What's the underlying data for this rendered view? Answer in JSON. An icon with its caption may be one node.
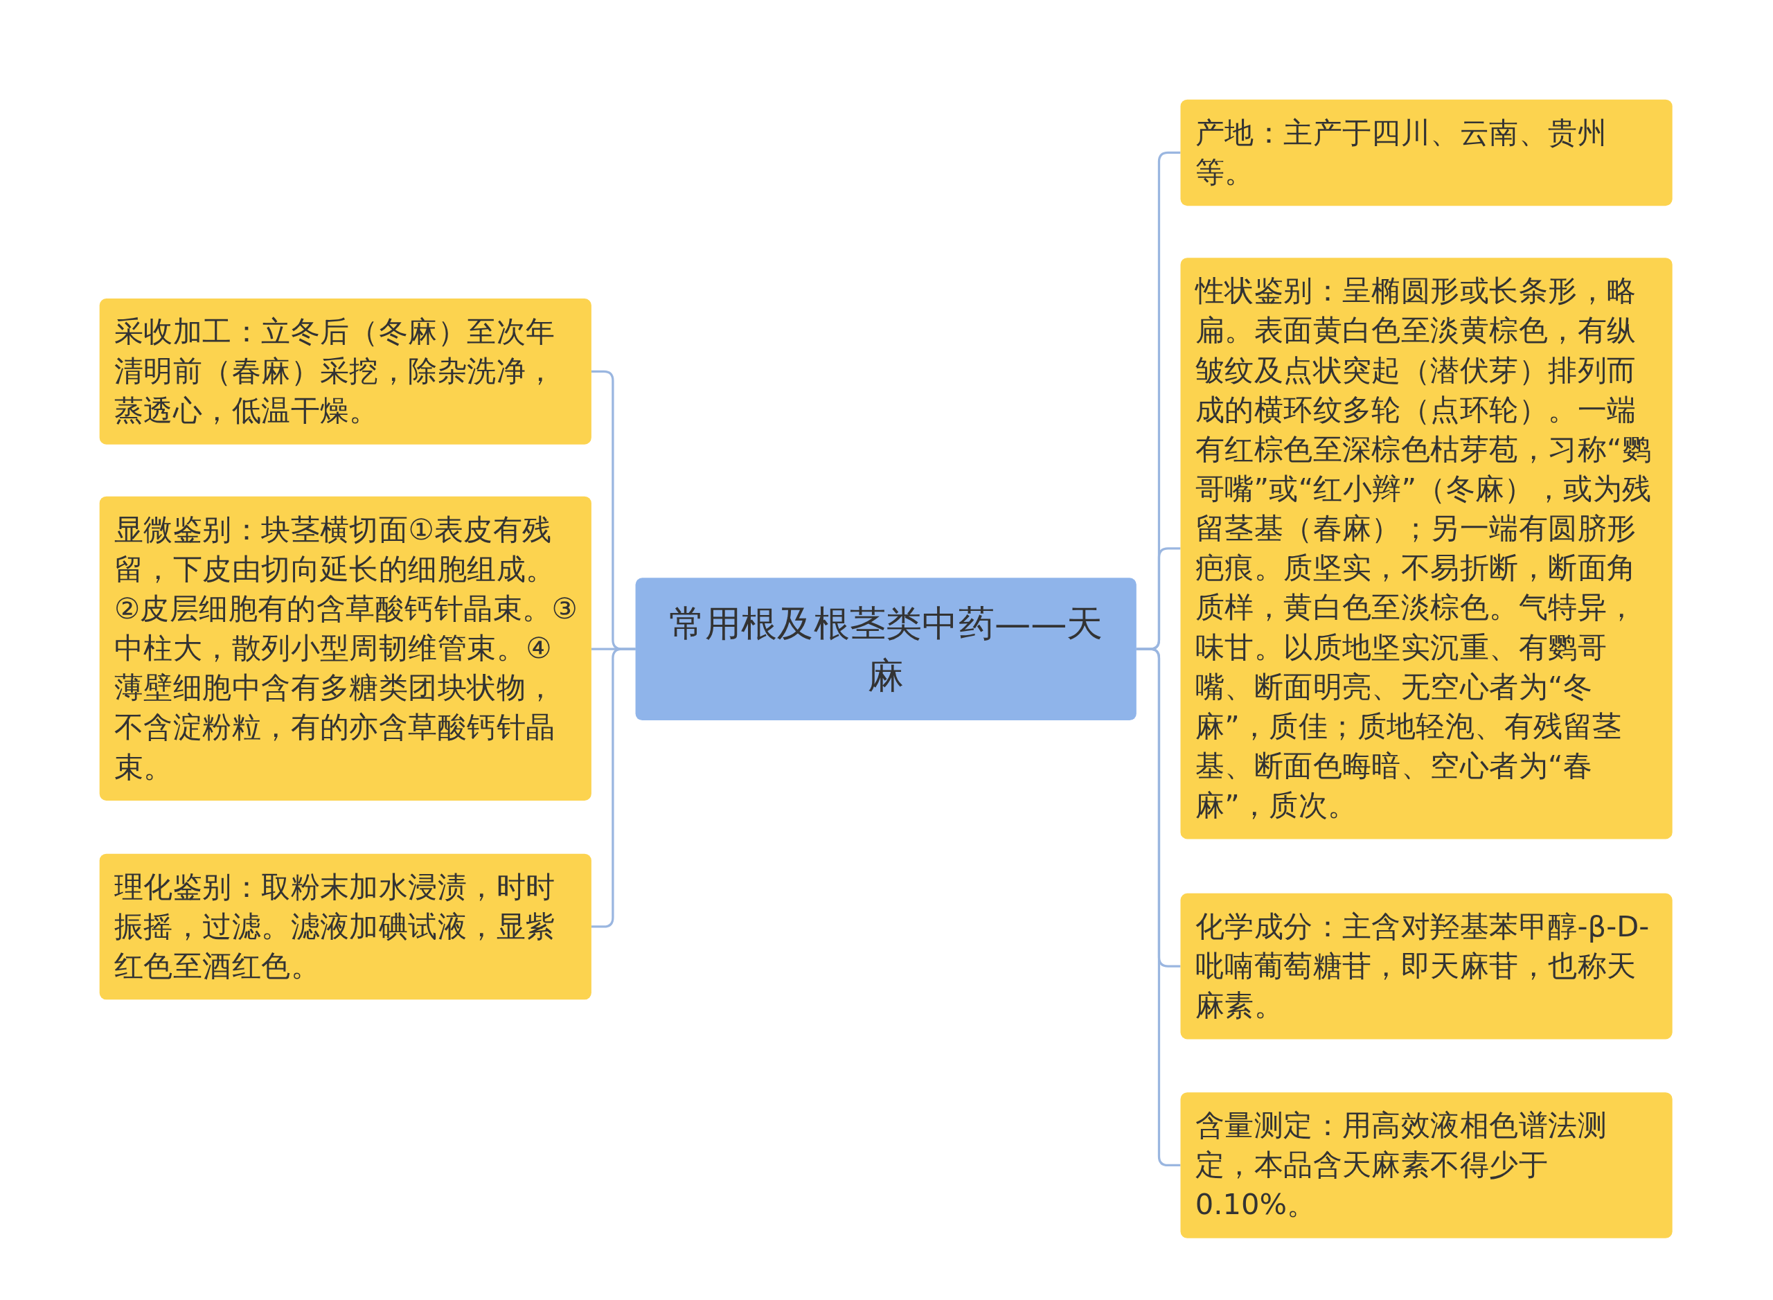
{
  "diagram": {
    "nodes": [
      {
        "text": [
          "常用根及根茎类中药——天麻"
        ]
      },
      {
        "text": [
          "采收加工：立冬后（冬麻）至次年清明前（春麻）采挖，除杂洗净，蒸透心，低温干燥。"
        ]
      },
      {
        "text": [
          "显微鉴别：块茎横切面①表皮有残留，下皮由切向延长的细胞组成。②皮层细胞有的含草酸钙针晶束。③中柱大，散列小型周韧维管束。④薄壁细胞中含有多糖类团块状物，不含淀粉粒，有的亦含草酸钙针晶束。"
        ]
      },
      {
        "text": [
          "理化鉴别：取粉末加水浸渍，时时振摇，过滤。滤液加碘试液，显紫红色至酒红色。"
        ]
      },
      {
        "text": [
          "产地：主产于四川、云南、贵州等。"
        ]
      },
      {
        "text": [
          "性状鉴别：呈椭圆形或长条形，略扁。表面黄白色至淡黄棕色，有纵皱纹及点状突起（潜伏芽）排列而成的横环纹多轮（点环轮）。一端有红棕色至深棕色枯芽苞，习称“鹦哥嘴”或“红小辫”（冬麻），或为残留茎基（春麻）；另一端有圆脐形疤痕。质坚实，不易折断，断面角质样，黄白色至淡棕色。气特异，味甘。以质地坚实沉重、有鹦哥嘴、断面明亮、无空心者为“冬麻”，质佳；质地轻泡、有残留茎基、断面色晦暗、空心者为“春麻”，质次。"
        ]
      },
      {
        "text": [
          "化学成分：主含对羟基苯甲醇-β-D-吡喃葡萄糖苷，即天麻苷，也称天麻素。"
        ]
      },
      {
        "text": [
          "含量测定：用高效液相色谱法测定，本品含天麻素不得少于0.10%。"
        ]
      }
    ],
    "edges": [
      {
        "from": 0,
        "to": 1,
        "arrow": "none"
      },
      {
        "from": 0,
        "to": 2,
        "arrow": "none"
      },
      {
        "from": 0,
        "to": 3,
        "arrow": "none"
      },
      {
        "from": 0,
        "to": 4,
        "arrow": "none"
      },
      {
        "from": 0,
        "to": 5,
        "arrow": "none"
      },
      {
        "from": 0,
        "to": 6,
        "arrow": "none"
      },
      {
        "from": 0,
        "to": 7,
        "arrow": "none"
      }
    ]
  }
}
